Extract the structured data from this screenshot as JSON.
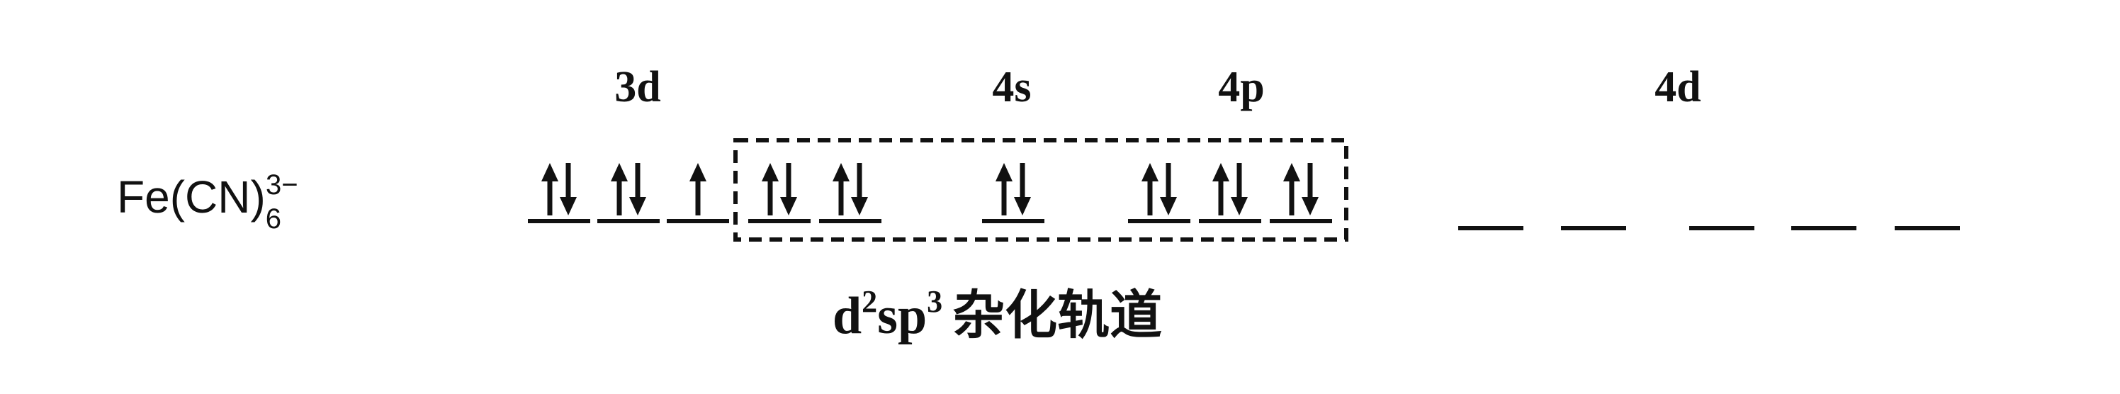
{
  "complex": {
    "base": "Fe(CN)",
    "subscript": "6",
    "superscript": "3−"
  },
  "labels": {
    "d3": "3d",
    "s4": "4s",
    "p4": "4p",
    "d4": "4d"
  },
  "orbitals": {
    "d3": [
      "paired",
      "paired",
      "up"
    ],
    "s4": [
      "paired"
    ],
    "p4": [
      "paired",
      "paired",
      "paired"
    ],
    "d4": [
      "empty",
      "empty",
      "empty",
      "empty",
      "empty"
    ]
  },
  "hybrid": {
    "d": "d",
    "sup1": "2",
    "sp": "sp",
    "sup2": "3",
    "text": "杂化轨道"
  },
  "colors": {
    "ink": "#111111"
  }
}
